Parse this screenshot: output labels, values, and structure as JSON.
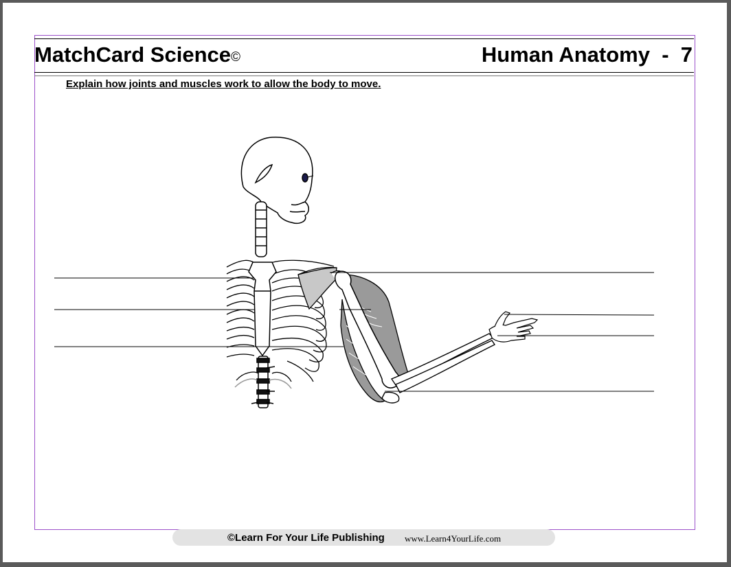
{
  "header": {
    "brand": "MatchCard Science",
    "copyright_mark": "©",
    "subject": "Human Anatomy  -  7"
  },
  "worksheet": {
    "instruction": "Explain how joints and muscles work to allow the body to move."
  },
  "footer": {
    "publisher": "©Learn For Your Life Publishing",
    "url": "www.Learn4YourLife.com"
  },
  "colors": {
    "frame": "#9b4fc9",
    "muscle": "#9a9a9a",
    "background": "#5a5a5a",
    "footer_bar": "#e3e3e3"
  }
}
